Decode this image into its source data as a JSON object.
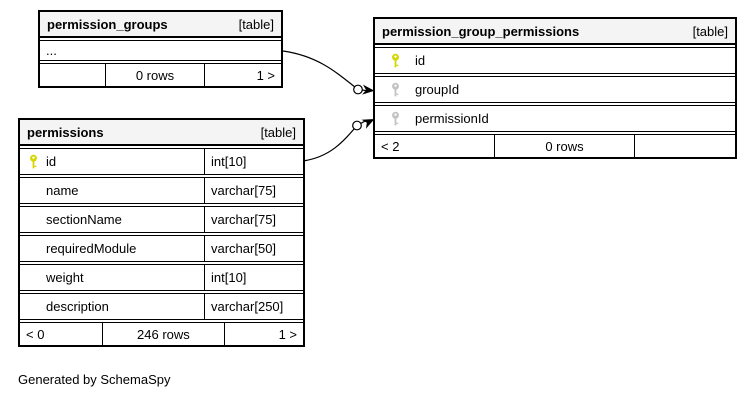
{
  "diagram": {
    "generator_note": "Generated by SchemaSpy",
    "colors": {
      "background": "#ffffff",
      "border": "#000000",
      "table_header_bg": "#f4f4f4",
      "primary_key_icon": "#d6d600",
      "foreign_key_icon": "#c3c3c3"
    },
    "tables": {
      "groups": {
        "name": "permission_groups",
        "tag": "[table]",
        "columns": [
          {
            "name": "...",
            "key": "none"
          }
        ],
        "footer": {
          "left": "",
          "center": "0 rows",
          "right": "1 >"
        }
      },
      "pgp": {
        "name": "permission_group_permissions",
        "tag": "[table]",
        "columns": [
          {
            "name": "id",
            "key": "primary"
          },
          {
            "name": "groupId",
            "key": "foreign"
          },
          {
            "name": "permissionId",
            "key": "foreign"
          }
        ],
        "footer": {
          "left": "< 2",
          "center": "0 rows",
          "right": ""
        }
      },
      "permissions": {
        "name": "permissions",
        "tag": "[table]",
        "columns": [
          {
            "name": "id",
            "type": "int[10]",
            "key": "primary"
          },
          {
            "name": "name",
            "type": "varchar[75]",
            "key": "none"
          },
          {
            "name": "sectionName",
            "type": "varchar[75]",
            "key": "none"
          },
          {
            "name": "requiredModule",
            "type": "varchar[50]",
            "key": "none"
          },
          {
            "name": "weight",
            "type": "int[10]",
            "key": "none"
          },
          {
            "name": "description",
            "type": "varchar[250]",
            "key": "none"
          }
        ],
        "footer": {
          "left": "< 0",
          "center": "246 rows",
          "right": "1 >"
        }
      }
    },
    "relationships": [
      {
        "from": "permission_groups",
        "to": "permission_group_permissions.groupId"
      },
      {
        "from": "permissions.id",
        "to": "permission_group_permissions.permissionId"
      }
    ]
  }
}
